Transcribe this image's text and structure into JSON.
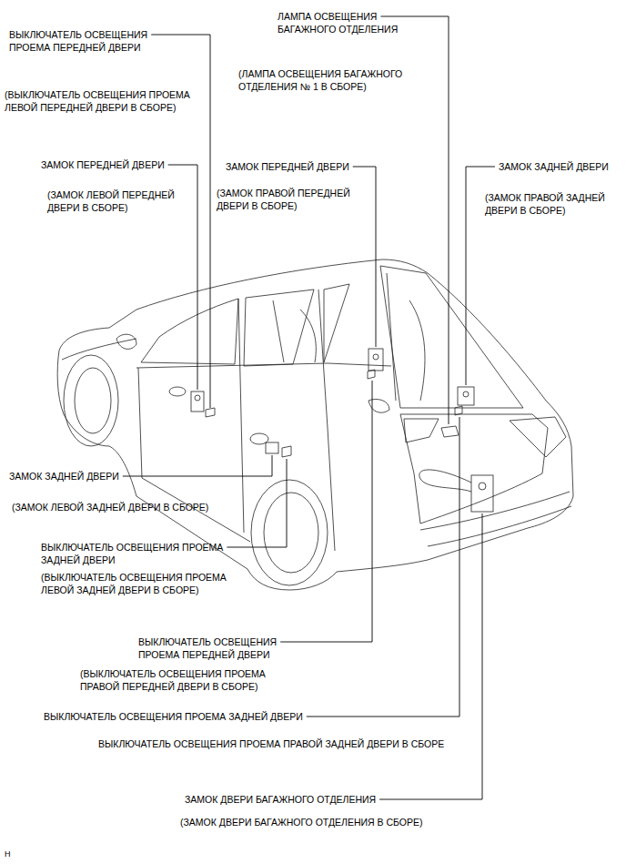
{
  "diagram": {
    "labels": [
      "ЛАМПА ОСВЕЩЕНИЯ БАГАЖНОГО ОТДЕЛЕНИЯ",
      "ВЫКЛЮЧАТЕЛЬ ОСВЕЩЕНИЯ ПРОЕМА ПЕРЕДНЕЙ ДВЕРИ",
      "(ЛАМПА ОСВЕЩЕНИЯ БАГАЖНОГО ОТДЕЛЕНИЯ № 1 В СБОРЕ)",
      "(ВЫКЛЮЧАТЕЛЬ ОСВЕЩЕНИЯ ПРОЕМА ЛЕВОЙ ПЕРЕДНЕЙ ДВЕРИ В СБОРЕ)",
      "ЗАМОК ПЕРЕДНЕЙ ДВЕРИ",
      "ЗАМОК ПЕРЕДНЕЙ ДВЕРИ",
      "ЗАМОК ЗАДНЕЙ ДВЕРИ",
      "(ЗАМОК ЛЕВОЙ ПЕРЕДНЕЙ ДВЕРИ В СБОРЕ)",
      "(ЗАМОК ПРАВОЙ ПЕРЕДНЕЙ ДВЕРИ В СБОРЕ)",
      "(ЗАМОК ПРАВОЙ ЗАДНЕЙ ДВЕРИ В СБОРЕ)",
      "ЗАМОК ЗАДНЕЙ ДВЕРИ",
      "(ЗАМОК ЛЕВОЙ ЗАДНЕЙ ДВЕРИ В СБОРЕ)",
      "ВЫКЛЮЧАТЕЛЬ ОСВЕЩЕНИЯ ПРОЕМА ЗАДНЕЙ ДВЕРИ",
      "(ВЫКЛЮЧАТЕЛЬ ОСВЕЩЕНИЯ ПРОЕМА ЛЕВОЙ ЗАДНЕЙ ДВЕРИ В СБОРЕ)",
      "ВЫКЛЮЧАТЕЛЬ ОСВЕЩЕНИЯ ПРОЕМА ПЕРЕДНЕЙ ДВЕРИ",
      "(ВЫКЛЮЧАТЕЛЬ ОСВЕЩЕНИЯ ПРОЕМА ПРАВОЙ ПЕРЕДНЕЙ ДВЕРИ В СБОРЕ)",
      "ВЫКЛЮЧАТЕЛЬ ОСВЕЩЕНИЯ ПРОЕМА ЗАДНЕЙ ДВЕРИ",
      "ВЫКЛЮЧАТЕЛЬ ОСВЕЩЕНИЯ ПРОЕМА ПРАВОЙ ЗАДНЕЙ ДВЕРИ В СБОРЕ",
      "ЗАМОК ДВЕРИ БАГАЖНОГО ОТДЕЛЕНИЯ",
      "(ЗАМОК ДВЕРИ БАГАЖНОГО ОТДЕЛЕНИЯ В СБОРЕ)",
      "H"
    ]
  }
}
